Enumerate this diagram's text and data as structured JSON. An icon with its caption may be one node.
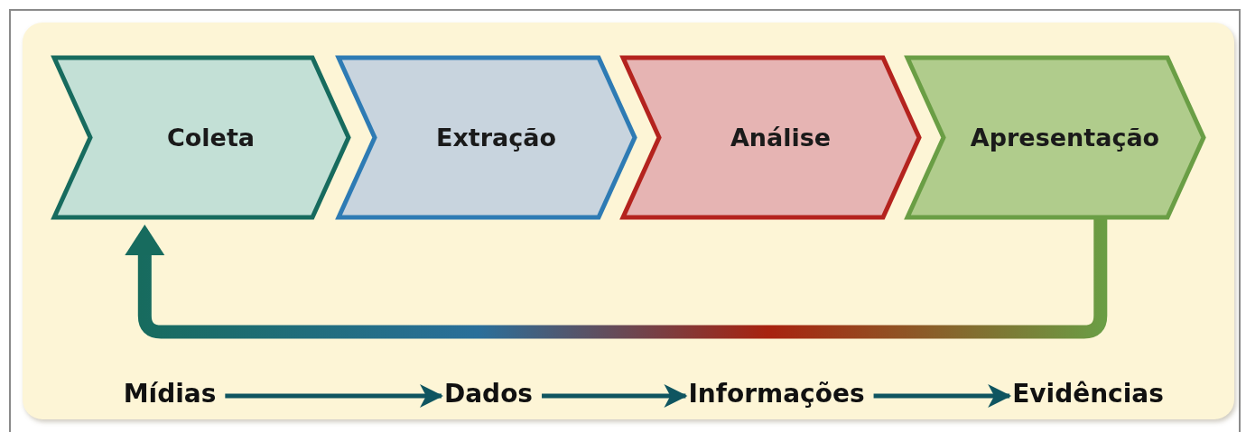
{
  "diagram": {
    "nodes": [
      {
        "text": [
          "Coleta"
        ]
      },
      {
        "text": [
          "Extração"
        ]
      },
      {
        "text": [
          "Análise"
        ]
      },
      {
        "text": [
          "Apresentação"
        ]
      },
      {
        "text": [
          "Mídias"
        ]
      },
      {
        "text": [
          "Dados"
        ]
      },
      {
        "text": [
          "Informações"
        ]
      },
      {
        "text": [
          "Evidências"
        ]
      }
    ],
    "edges": [
      {
        "from": 3,
        "to": 0,
        "arrow": "to",
        "style": "thick"
      },
      {
        "from": 4,
        "to": 5,
        "arrow": "to"
      },
      {
        "from": 5,
        "to": 6,
        "arrow": "to"
      },
      {
        "from": 6,
        "to": 7,
        "arrow": "to"
      }
    ]
  }
}
